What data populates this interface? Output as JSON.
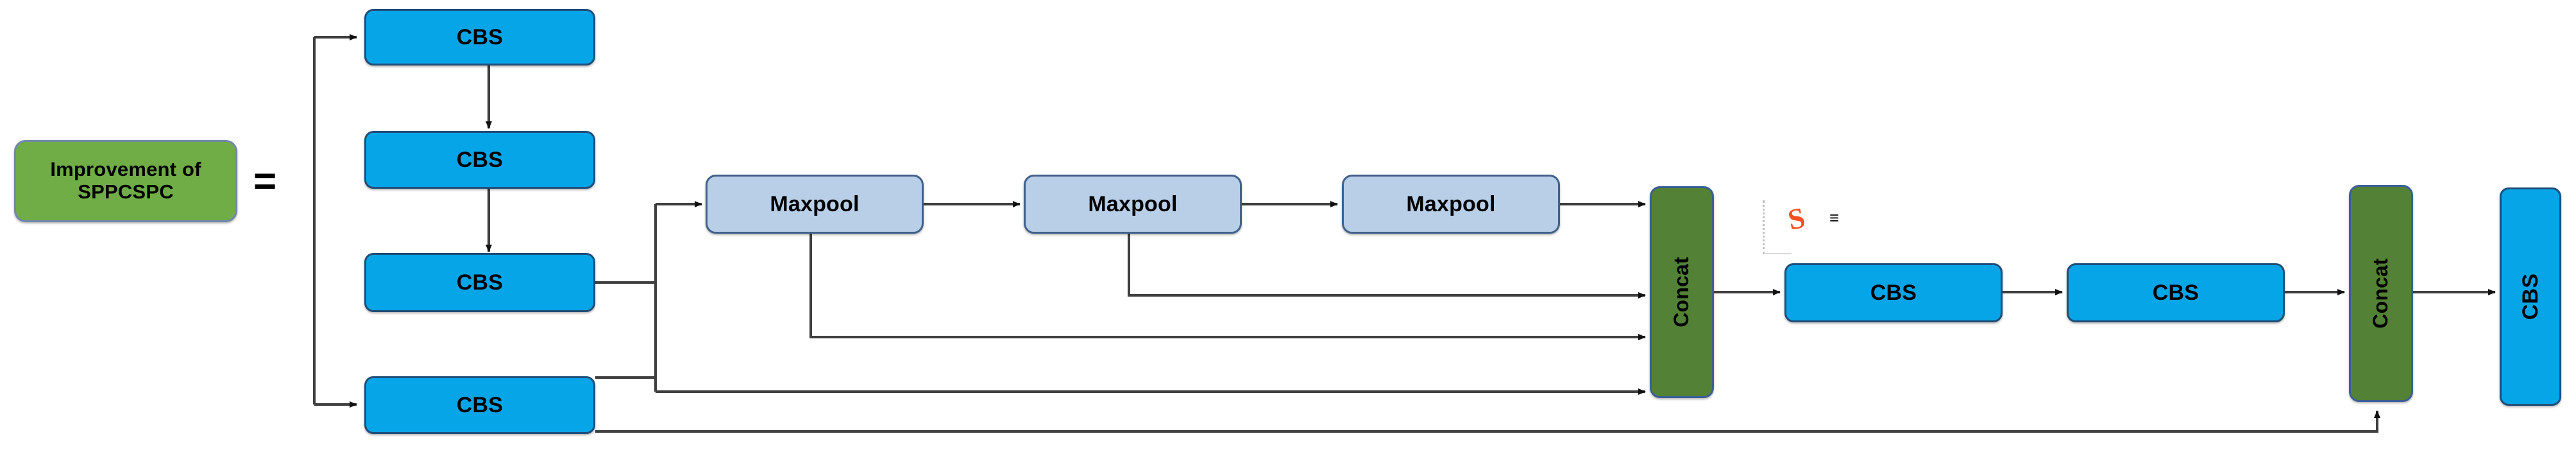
{
  "diagram": {
    "title": "Improvement of SPPCSPC",
    "type": "neural-network-block-diagram",
    "equals_symbol": "=",
    "colors": {
      "cbs_fill": "#06a5e8",
      "cbs_stroke": "#1f4e79",
      "maxpool_fill": "#b9cfe7",
      "maxpool_stroke": "#41618c",
      "concat_fill": "#538135",
      "concat_stroke": "#3b5f96",
      "root_fill": "#70ad47",
      "root_stroke": "#7089a8",
      "wire": "#3f3f3f",
      "logo_orange": "#f4511e",
      "background": "#ffffff"
    },
    "nodes": {
      "root": {
        "label": "Improvement of SPPCSPC"
      },
      "cbs_top_1": {
        "label": "CBS"
      },
      "cbs_top_2": {
        "label": "CBS"
      },
      "cbs_top_3": {
        "label": "CBS"
      },
      "cbs_bottom": {
        "label": "CBS"
      },
      "maxpool_1": {
        "label": "Maxpool"
      },
      "maxpool_2": {
        "label": "Maxpool"
      },
      "maxpool_3": {
        "label": "Maxpool"
      },
      "concat_1": {
        "label": "Concat"
      },
      "cbs_mid_1": {
        "label": "CBS"
      },
      "cbs_mid_2": {
        "label": "CBS"
      },
      "concat_2": {
        "label": "Concat"
      },
      "cbs_out": {
        "label": "CBS"
      }
    },
    "watermark": {
      "glyph": "S",
      "caret": "≡"
    }
  }
}
